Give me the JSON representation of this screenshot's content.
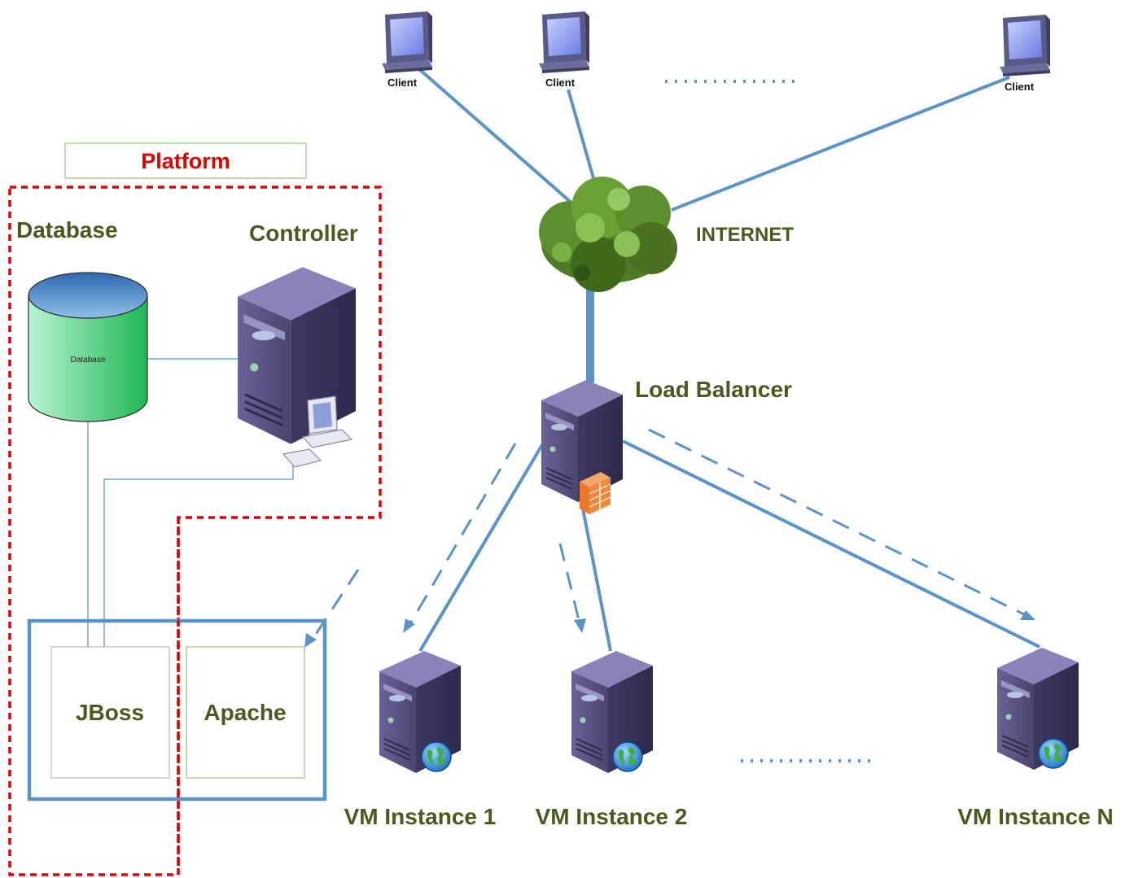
{
  "platform": {
    "title": "Platform",
    "database_label": "Database",
    "database_inner_label": "Database",
    "controller_label": "Controller",
    "jboss_label": "JBoss",
    "apache_label": "Apache"
  },
  "network": {
    "internet_label": "INTERNET",
    "load_balancer_label": "Load Balancer",
    "clients": [
      "Client",
      "Client",
      "Client"
    ],
    "vm_instances": [
      "VM Instance 1",
      "VM Instance 2",
      "VM Instance N"
    ]
  },
  "colors": {
    "link": "#5b93c8",
    "platform_border": "#e00000",
    "label_text": "#4a5a1e",
    "server_body": "#5a5480",
    "database_fill": "#35c96a",
    "cloud": "#4f7a26"
  }
}
